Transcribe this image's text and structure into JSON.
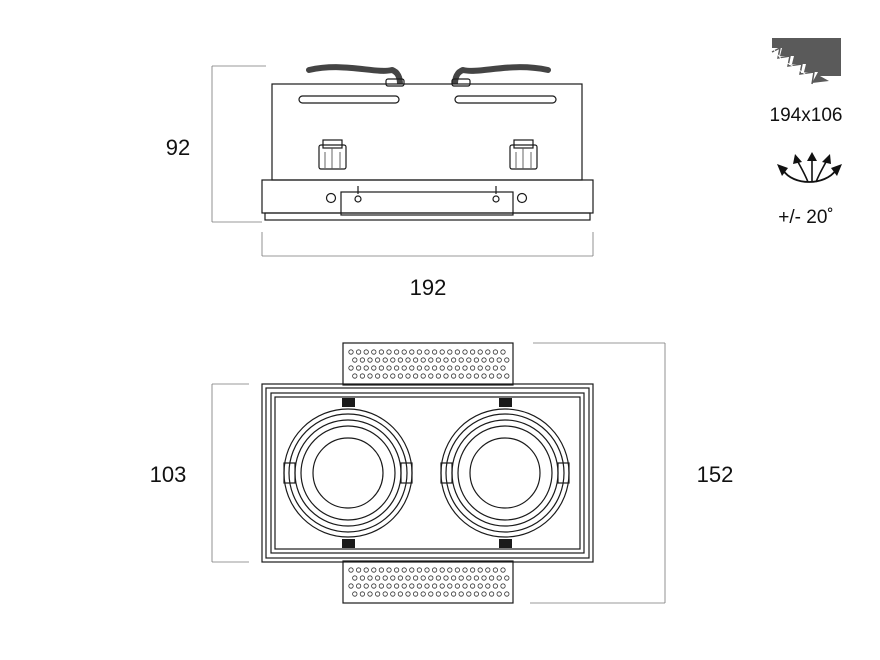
{
  "side_view": {
    "height_label": "92",
    "width_label": "192"
  },
  "top_view": {
    "inner_height_label": "103",
    "outer_height_label": "152"
  },
  "specs": {
    "cutout_label": "194x106",
    "tilt_label": "+/- 20˚"
  },
  "icons": {
    "cutout": "ceiling-cutout-icon",
    "tilt": "tilt-arrows-icon"
  },
  "colors": {
    "line": "#1a1a1a",
    "dimension_line": "#777777",
    "cable": "#444444",
    "cutout_icon_fill": "#5a5a5a"
  }
}
